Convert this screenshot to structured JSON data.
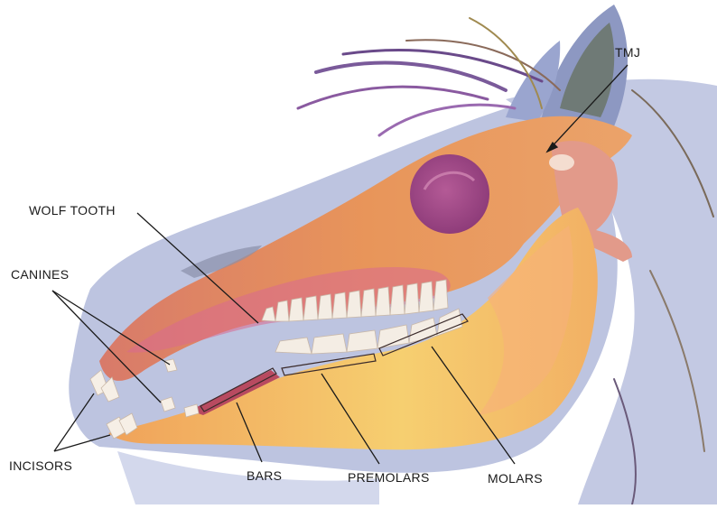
{
  "labels": {
    "tmj": "TMJ",
    "wolf_tooth": "WOLF TOOTH",
    "canines": "CANINES",
    "incisors": "INCISORS",
    "bars": "BARS",
    "premolars": "PREMOLARS",
    "molars": "MOLARS"
  },
  "colors": {
    "background": "#ffffff",
    "fur_blue": "#9aa6cf",
    "mane_purple": "#7a5a9a",
    "skull_orange": "#e8935a",
    "jaw_yellow": "#f4c86a",
    "orbit_magenta": "#a84a86",
    "teeth": "#f4ede4",
    "leader_line": "#1a1a1a"
  }
}
